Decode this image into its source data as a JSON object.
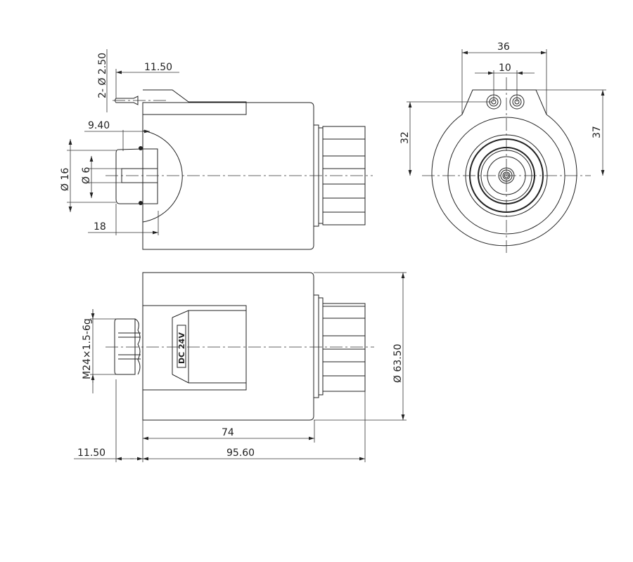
{
  "drawing": {
    "front_view": {
      "pin_dia": "2- Ø 2.50",
      "pin_offset": "11.50",
      "nut_offset": "9.40",
      "outer_dia": "Ø 16",
      "bore_dia": "Ø 6",
      "depth": "18"
    },
    "end_view": {
      "tab_width": "36",
      "pin_spacing": "10",
      "pin_height": "32",
      "tab_height": "37"
    },
    "side_view": {
      "thread": "M24×1.5-6g",
      "coil_dia": "Ø 63.50",
      "body_length": "74",
      "overall_length": "95.60",
      "nut_length": "11.50",
      "voltage_label": "DC 24V"
    }
  }
}
